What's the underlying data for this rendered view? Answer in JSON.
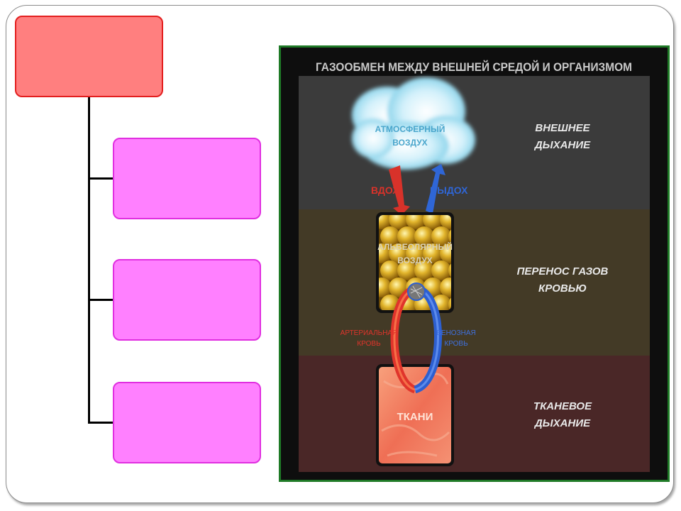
{
  "diagram": {
    "root_label": "",
    "child_labels": [
      "",
      "",
      ""
    ]
  },
  "figure": {
    "title": "ГАЗООБМЕН МЕЖДУ ВНЕШНЕЙ СРЕДОЙ И ОРГАНИЗМОМ",
    "cloud_label": [
      "АТМОСФЕРНЫЙ",
      "ВОЗДУХ"
    ],
    "inhale": "ВДОХ",
    "exhale": "ВЫДОХ",
    "alveoli_label": [
      "АЛЬВЕОЛЯРНЫЙ",
      "ВОЗДУХ"
    ],
    "arterial": [
      "АРТЕРИАЛЬНАЯ",
      "КРОВЬ"
    ],
    "venous": [
      "ВЕНОЗНАЯ",
      "КРОВЬ"
    ],
    "tissue_label": "ТКАНИ",
    "stages": [
      [
        "ВНЕШНЕЕ",
        "ДЫХАНИЕ"
      ],
      [
        "ПЕРЕНОС ГАЗОВ",
        "КРОВЬЮ"
      ],
      [
        "ТКАНЕВОЕ",
        "ДЫХАНИЕ"
      ]
    ],
    "colors": {
      "band_top": "#3b3b3b",
      "band_middle": "#433a26",
      "band_bottom": "#4a2727",
      "frame": "#1f7a27",
      "arterial": "#e0342b",
      "venous": "#2d5fd0"
    }
  }
}
